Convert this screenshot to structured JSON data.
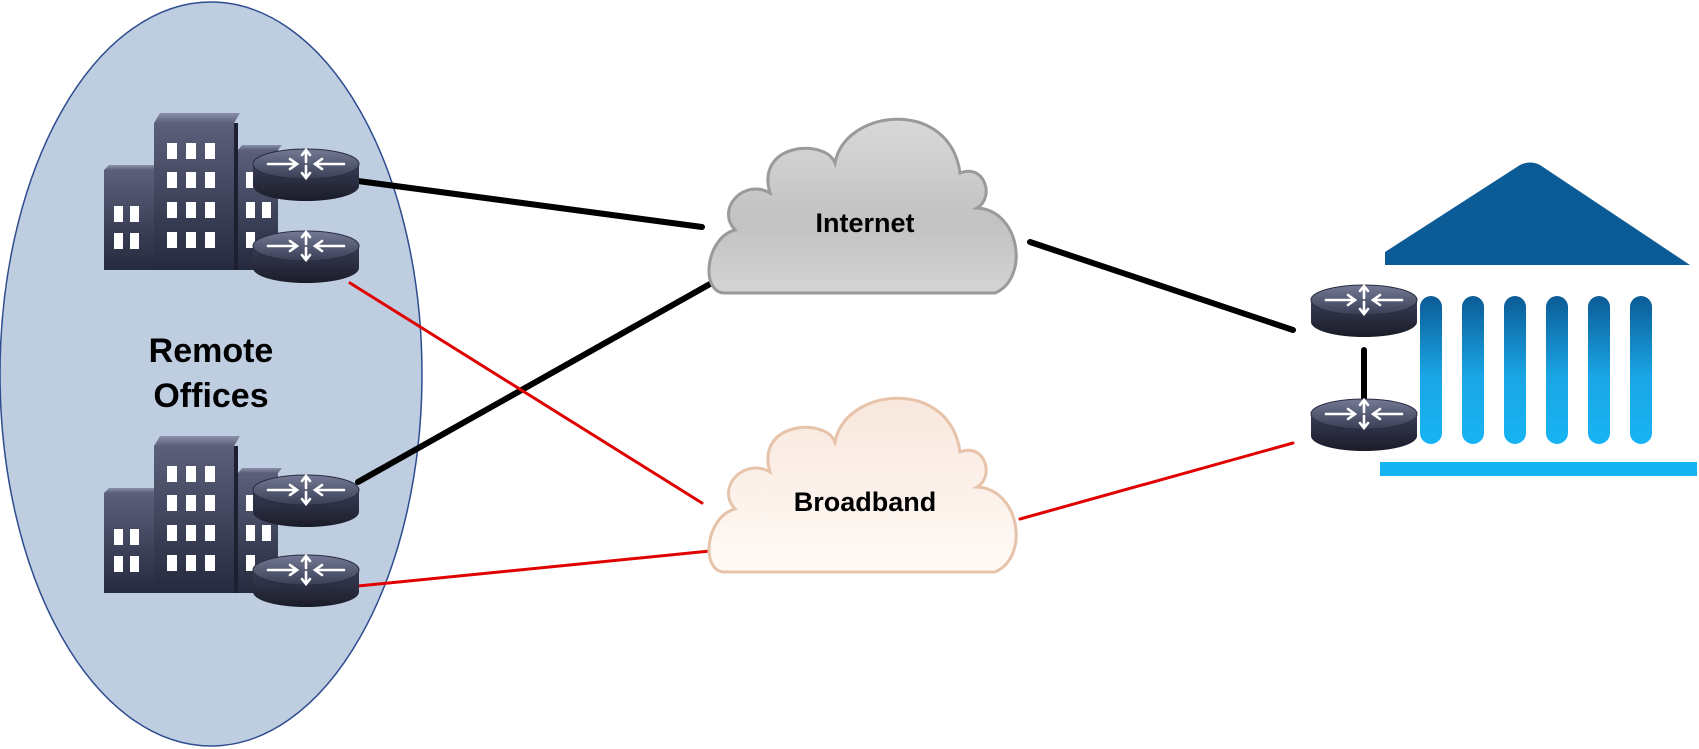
{
  "region": {
    "label_line1": "Remote",
    "label_line2": "Offices"
  },
  "clouds": {
    "internet": {
      "label": "Internet"
    },
    "broadband": {
      "label": "Broadband"
    }
  },
  "colors": {
    "region_fill": "#bfcde1",
    "region_stroke": "#2e4d8f",
    "internet_link": "#000000",
    "broadband_link": "#e00000",
    "internet_cloud": "#c8c8c8",
    "broadband_cloud": "#fbeee6",
    "headquarters_icon": "#0b5b96",
    "headquarters_columns": "#17a9e8"
  },
  "icons": {
    "building": "office-building-icon",
    "router": "router-icon",
    "headquarters": "headquarters-bank-icon",
    "cloud": "cloud-icon"
  }
}
